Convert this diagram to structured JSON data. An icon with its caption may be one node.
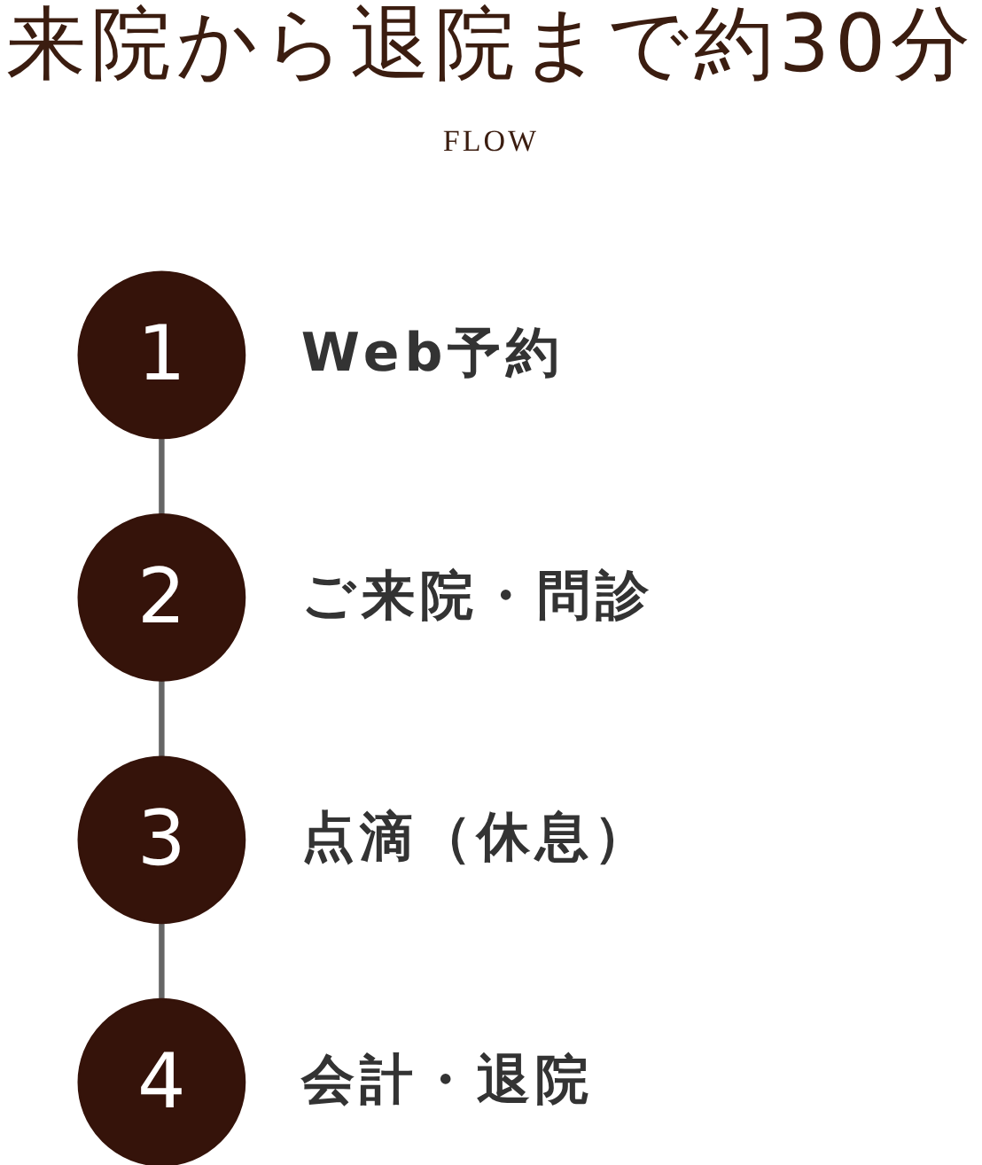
{
  "diagram": {
    "title": "来院から退院まで約30分",
    "nodes": [
      {
        "text": [
          "1"
        ],
        "beside": [
          "Web予約"
        ]
      },
      {
        "text": [
          "2"
        ],
        "beside": [
          "ご来院・問診"
        ]
      },
      {
        "text": [
          "3"
        ],
        "beside": [
          "点滴（休息）"
        ]
      },
      {
        "text": [
          "4"
        ],
        "beside": [
          "会計・退院"
        ]
      }
    ],
    "edges": [
      {
        "from": 0,
        "to": 1,
        "arrow": "none"
      },
      {
        "from": 1,
        "to": 2,
        "arrow": "none"
      },
      {
        "from": 2,
        "to": 3,
        "arrow": "none"
      }
    ],
    "labels": [
      "FLOW"
    ]
  }
}
